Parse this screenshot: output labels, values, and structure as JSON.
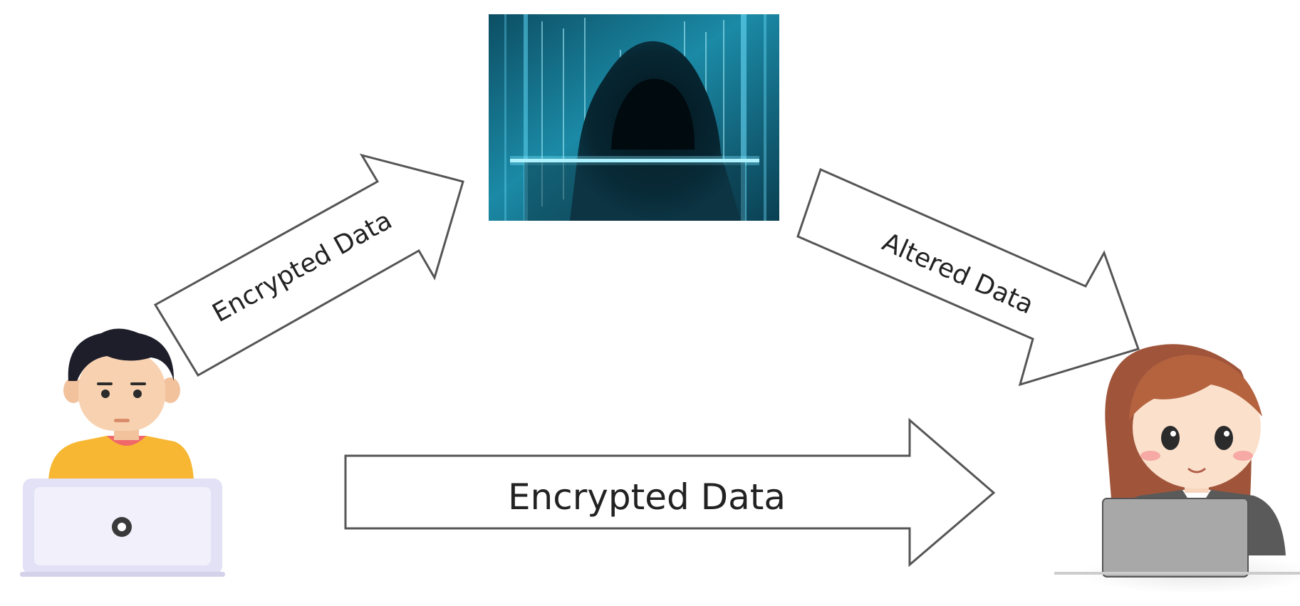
{
  "arrows": {
    "sender_to_attacker": "Encrypted Data",
    "attacker_to_receiver": "Altered Data",
    "sender_to_receiver": "Encrypted Data"
  },
  "figures": {
    "sender": "person-at-laptop-illustration",
    "attacker": "hooded-hacker-with-binary-rain",
    "receiver": "woman-at-laptop-illustration"
  },
  "colors": {
    "arrow_stroke": "#555555",
    "arrow_fill": "#ffffff",
    "hacker_background": "#1b7f99",
    "hacker_glow": "#7fe8ff",
    "sender_shirt": "#f7b733",
    "sender_hair": "#1e1e2a",
    "laptop_body": "#e3e1f5",
    "receiver_hair": "#a0553b",
    "receiver_laptop": "#a8a8a8"
  }
}
